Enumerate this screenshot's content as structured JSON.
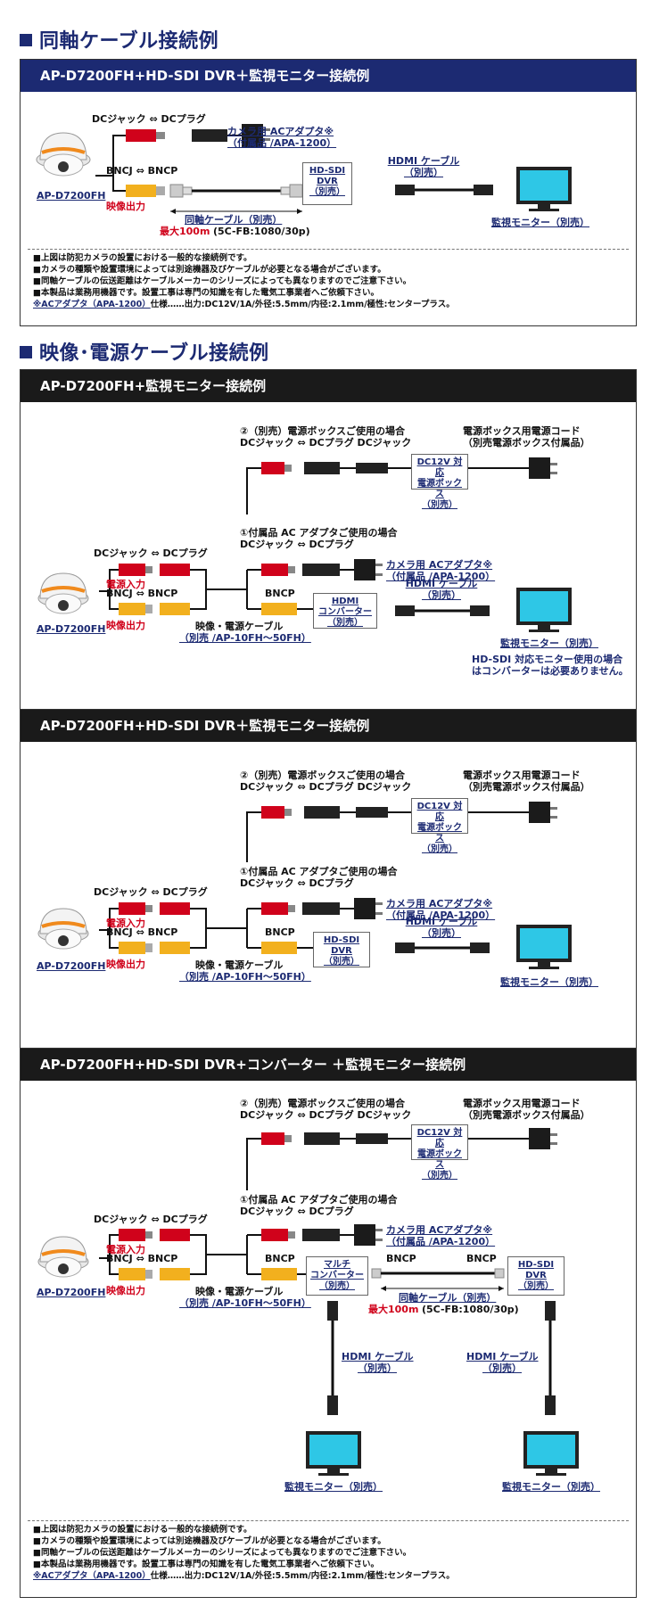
{
  "section1": {
    "title": "同軸ケーブル接続例",
    "bar": "AP-D7200FH+HD-SDI DVR＋監視モニター接続例",
    "dc_pair": "DCジャック ⇔ DCプラグ",
    "bnc_pair": "BNCJ ⇔ BNCP",
    "video_out": "映像出力",
    "model": "AP-D7200FH",
    "adapter_l1": "カメラ用 ACアダプタ※",
    "adapter_l2": "（付属品 /APA-1200）",
    "coax_l1": "同軸ケーブル（別売）",
    "coax_red": "最大100m",
    "coax_spec": "(5C-FB:1080/30p)",
    "dvr_l1": "HD-SDI",
    "dvr_l2": "DVR",
    "dvr_l3": "（別売）",
    "hdmi_l1": "HDMI ケーブル",
    "hdmi_l2": "（別売）",
    "monitor": "監視モニター（別売）",
    "notes": [
      "■上図は防犯カメラの設置における一般的な接続例です。",
      "■カメラの種類や設置環境によっては別途機器及びケーブルが必要となる場合がございます。",
      "■同軸ケーブルの伝送距離はケーブルメーカーのシリーズによっても異なりますのでご注意下さい。",
      "■本製品は業務用機器です。設置工事は専門の知識を有した電気工事業者へご依頼下さい。"
    ],
    "ac_note": "※ACアダプタ（APA-1200）",
    "ac_spec": "仕様……出力:DC12V/1A/外径:5.5mm/内径:2.1mm/極性:センタープラス。"
  },
  "section2": {
    "title": "映像･電源ケーブル接続例",
    "panels": [
      {
        "bar": "AP-D7200FH+監視モニター接続例"
      },
      {
        "bar": "AP-D7200FH+HD-SDI DVR＋監視モニター接続例"
      },
      {
        "bar": "AP-D7200FH+HD-SDI DVR+コンバーター ＋監視モニター接続例"
      }
    ],
    "opt2_l1": "②（別売）電源ボックスご使用の場合",
    "opt2_l2": "DCジャック ⇔ DCプラグ  DCジャック",
    "cord_l1": "電源ボックス用電源コード",
    "cord_l2": "（別売電源ボックス付属品）",
    "pbox_l1": "DC12V 対応",
    "pbox_l2": "電源ボックス",
    "pbox_l3": "（別売）",
    "opt1_l1": "①付属品 AC アダプタご使用の場合",
    "opt1_l2": "DCジャック ⇔ DCプラグ",
    "dc_pair": "DCジャック ⇔ DCプラグ",
    "power_in": "電源入力",
    "bnc_pair": "BNCJ ⇔ BNCP",
    "video_out": "映像出力",
    "bncp": "BNCP",
    "bncp2": "BNCP",
    "model": "AP-D7200FH",
    "vp_cable_l1": "映像・電源ケーブル",
    "vp_cable_l2": "（別売 /AP-10FH～50FH）",
    "adapter_l1": "カメラ用 ACアダプタ※",
    "adapter_l2": "（付属品 /APA-1200）",
    "hconv_l1": "HDMI",
    "hconv_l2": "コンバーター",
    "hconv_l3": "（別売）",
    "hdmi_l1": "HDMI ケーブル",
    "hdmi_l2": "（別売）",
    "monitor": "監視モニター（別売）",
    "hdsdi_note_l1": "HD-SDI 対応モニター使用の場合",
    "hdsdi_note_l2": "はコンバーターは必要ありません。",
    "dvr_l1": "HD-SDI",
    "dvr_l2": "DVR",
    "dvr_l3": "（別売）",
    "multi_l1": "マルチ",
    "multi_l2": "コンバーター",
    "multi_l3": "（別売）",
    "coax_l1": "同軸ケーブル（別売）",
    "coax_red": "最大100m",
    "coax_spec": "(5C-FB:1080/30p)",
    "notes": [
      "■上図は防犯カメラの設置における一般的な接続例です。",
      "■カメラの種類や設置環境によっては別途機器及びケーブルが必要となる場合がございます。",
      "■同軸ケーブルの伝送距離はケーブルメーカーのシリーズによっても異なりますのでご注意下さい。",
      "■本製品は業務用機器です。設置工事は専門の知識を有した電気工事業者へご依頼下さい。"
    ],
    "ac_note": "※ACアダプタ（APA-1200）",
    "ac_spec": "仕様……出力:DC12V/1A/外径:5.5mm/内径:2.1mm/極性:センタープラス。"
  },
  "colors": {
    "navy": "#1c2a72",
    "red": "#d0021b",
    "yellow": "#f2b01e",
    "monitor_screen": "#2ec7e6"
  }
}
